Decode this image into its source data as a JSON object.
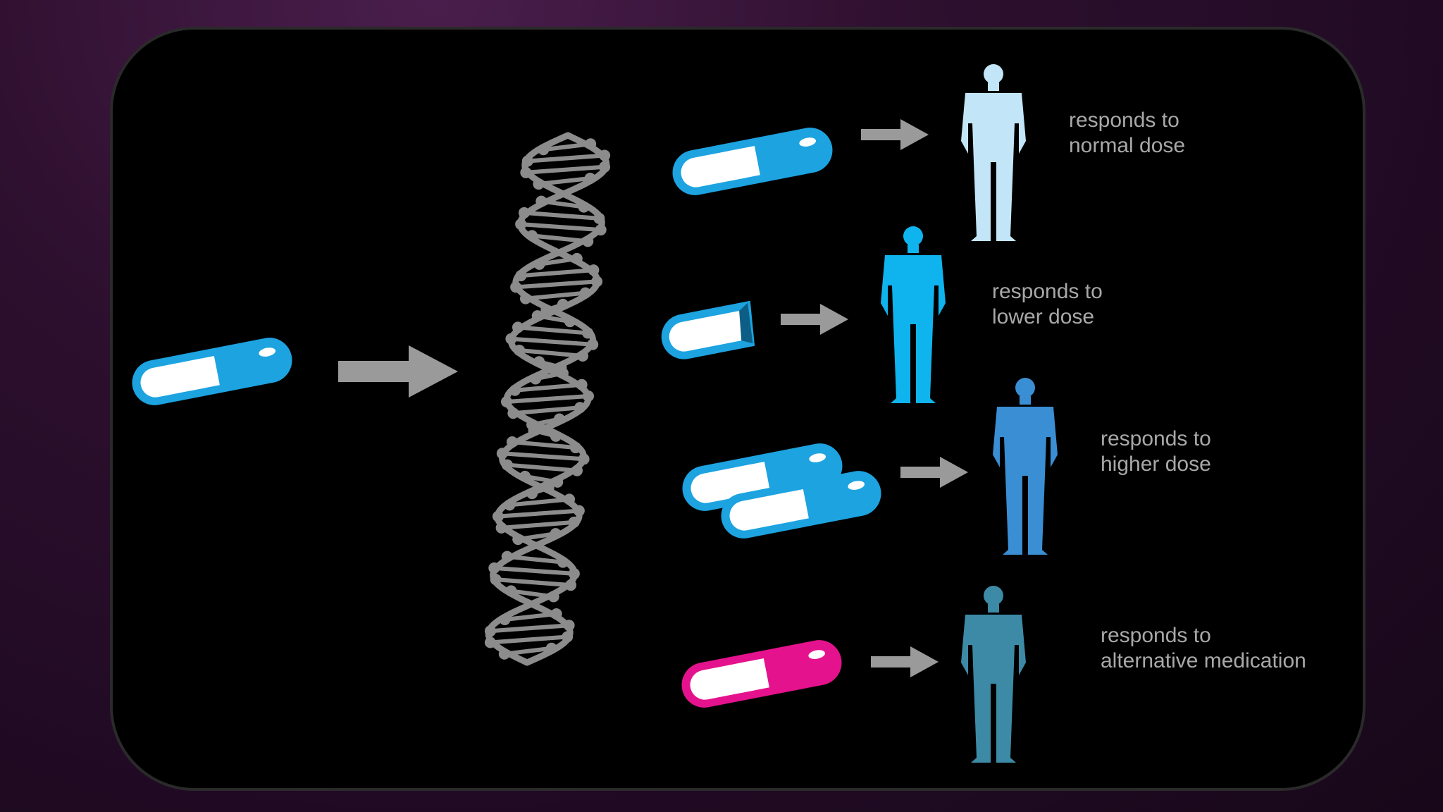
{
  "colors": {
    "background": "#2d0f2e",
    "panel": "#000000",
    "arrow": "#9a9a9a",
    "dna": "#8c8c8c",
    "capsule_blue": "#1ca3e0",
    "capsule_magenta": "#e5128d",
    "capsule_white": "#ffffff",
    "person_normal": "#c2e6f7",
    "person_lower": "#0fb4ee",
    "person_higher": "#3a8ed3",
    "person_alternative": "#3d8aa6"
  },
  "outcomes": [
    {
      "line1": "responds to",
      "line2": "normal dose"
    },
    {
      "line1": "responds to",
      "line2": "lower dose"
    },
    {
      "line1": "responds to",
      "line2": "higher dose"
    },
    {
      "line1": "responds to",
      "line2": "alternative medication"
    }
  ]
}
